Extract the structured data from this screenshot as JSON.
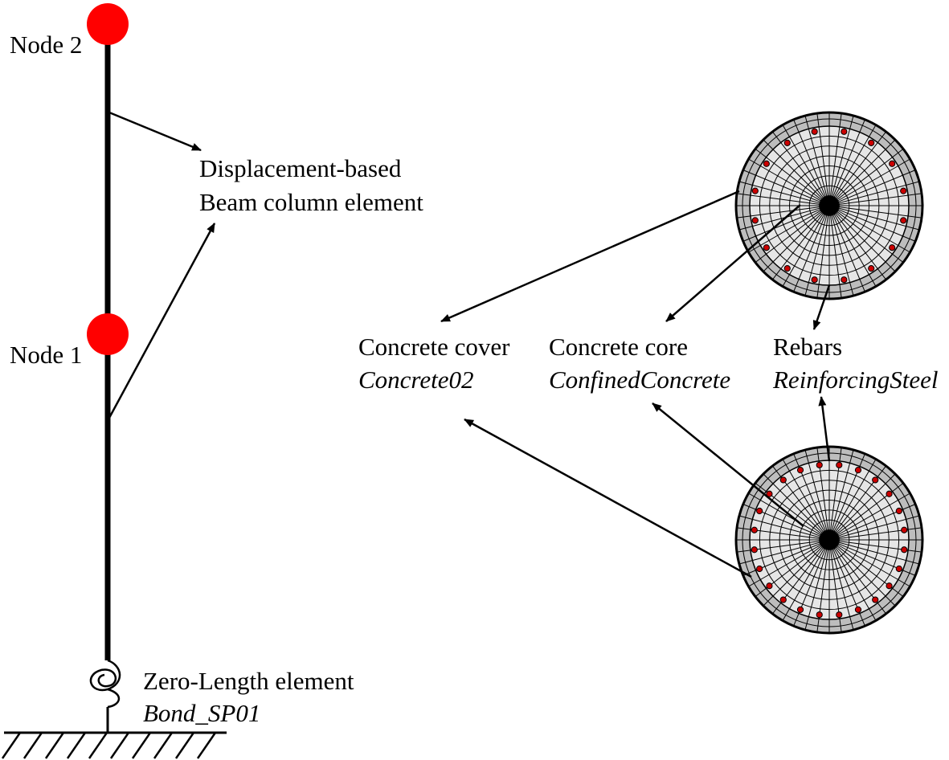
{
  "colors": {
    "node": "#ff0000",
    "line": "#000000",
    "cover_fill": "#bdbdbd",
    "core_fill": "#e6e6e6",
    "rebar": "#cc0000"
  },
  "labels": {
    "node2": "Node 2",
    "node1": "Node 1",
    "beam_line1": "Displacement-based",
    "beam_line2": "Beam column element",
    "zero_length_line1": "Zero-Length element",
    "zero_length_line2": "Bond_SP01",
    "cover_name": "Concrete cover",
    "cover_material": "Concrete02",
    "core_name": "Concrete core",
    "core_material": "ConfinedConcrete",
    "rebars_name": "Rebars",
    "rebars_material": "ReinforcingSteel"
  },
  "sections": [
    {
      "id": "section-top",
      "rebar_count": 16
    },
    {
      "id": "section-bottom",
      "rebar_count": 24
    }
  ]
}
